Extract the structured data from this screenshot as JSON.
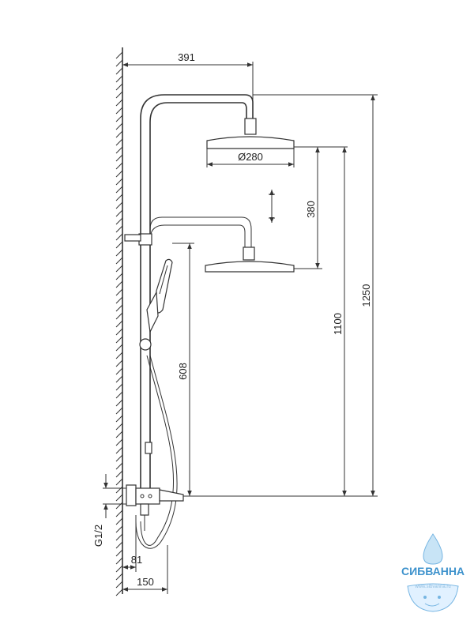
{
  "dimensions": {
    "arm_reach": "391",
    "head_diameter": "Ø280",
    "slide_range": "380",
    "height_lower": "1100",
    "height_total": "1250",
    "holder_height": "608",
    "inlet_thread": "G1/2",
    "mixer_offset": "81",
    "mixer_depth": "150"
  },
  "logo": {
    "name": "СИБВАННА",
    "url": "www.sibvanna.ru",
    "primary_color": "#1c7fc4"
  }
}
